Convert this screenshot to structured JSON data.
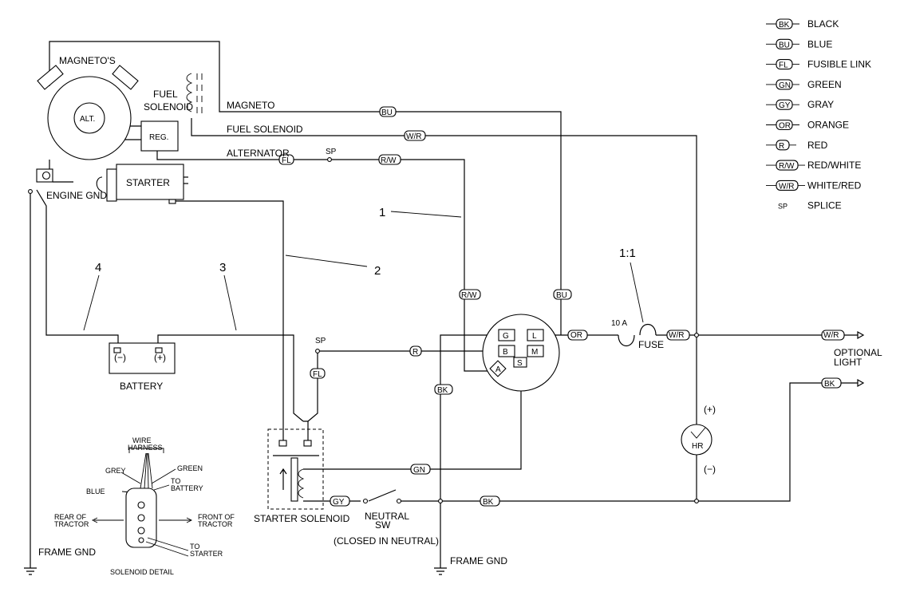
{
  "legend": [
    {
      "code": "BK",
      "label": "BLACK"
    },
    {
      "code": "BU",
      "label": "BLUE"
    },
    {
      "code": "FL",
      "label": "FUSIBLE LINK"
    },
    {
      "code": "GN",
      "label": "GREEN"
    },
    {
      "code": "GY",
      "label": "GRAY"
    },
    {
      "code": "OR",
      "label": "ORANGE"
    },
    {
      "code": "R",
      "label": "RED"
    },
    {
      "code": "R/W",
      "label": "RED/WHITE"
    },
    {
      "code": "W/R",
      "label": "WHITE/RED"
    },
    {
      "code": "SP",
      "label": "SPLICE"
    }
  ],
  "components": {
    "magnetos": "MAGNETO'S",
    "alt": "ALT.",
    "reg": "REG.",
    "fuel_solenoid": [
      "FUEL",
      "SOLENOID"
    ],
    "starter": "STARTER",
    "engine_gnd": "ENGINE GND",
    "battery": "BATTERY",
    "battery_neg": "(−)",
    "battery_pos": "(+)",
    "starter_solenoid": "STARTER SOLENOID",
    "neutral_sw": [
      "NEUTRAL",
      "SW"
    ],
    "neutral_note": "(CLOSED IN NEUTRAL)",
    "frame_gnd": "FRAME GND",
    "fuse_rating": "10 A",
    "fuse": "FUSE",
    "hour_meter": "HR",
    "hr_pos": "(+)",
    "hr_neg": "(−)",
    "optional_light": [
      "OPTIONAL",
      "LIGHT"
    ]
  },
  "ignition_switch": {
    "terminals": [
      "G",
      "L",
      "B",
      "M",
      "A",
      "S"
    ]
  },
  "wires": {
    "magneto": "MAGNETO",
    "fuel_solenoid": "FUEL SOLENOID",
    "alternator": "ALTERNATOR",
    "splice": "SP",
    "tags": {
      "bu": "BU",
      "wr": "W/R",
      "fl": "FL",
      "rw": "R/W",
      "or": "OR",
      "r": "R",
      "bk": "BK",
      "gn": "GN",
      "gy": "GY"
    }
  },
  "callouts": [
    "1",
    "2",
    "3",
    "4",
    "1:1"
  ],
  "solenoid_detail": {
    "title": "SOLENOID DETAIL",
    "wire_harness": [
      "WIRE",
      "HARNESS"
    ],
    "grey": "GREY",
    "green": "GREEN",
    "blue": "BLUE",
    "to_battery": [
      "TO",
      "BATTERY"
    ],
    "rear": [
      "REAR OF",
      "TRACTOR"
    ],
    "front": [
      "FRONT OF",
      "TRACTOR"
    ],
    "to_starter": [
      "TO",
      "STARTER"
    ]
  }
}
